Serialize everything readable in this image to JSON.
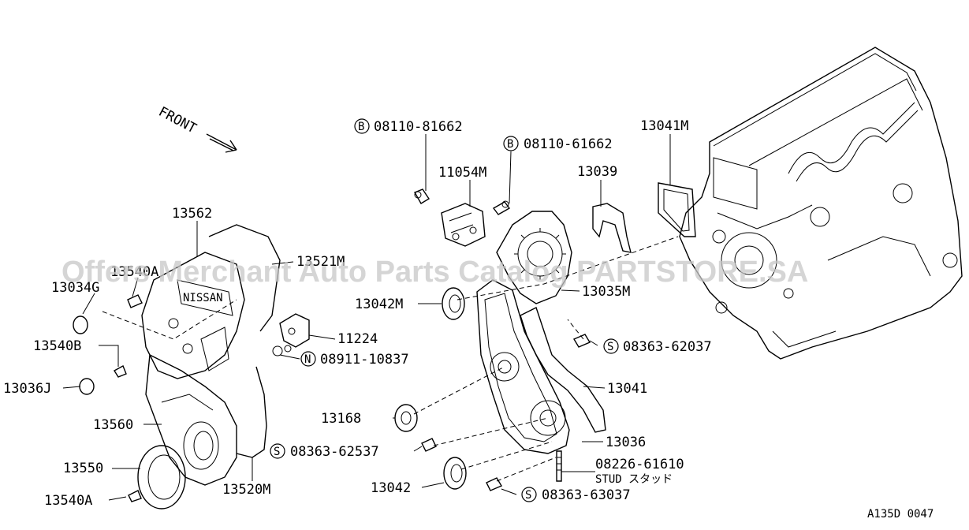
{
  "diagram": {
    "front_label": "FRONT",
    "figure_code": "A135D 0047",
    "watermark": "Offers Merchant Auto Parts Catalog PARTSTORE.SA",
    "stud_label": "STUD スタッド",
    "parts": {
      "p13562": "13562",
      "p13521M": "13521M",
      "p13540A_top": "13540A",
      "p13034G": "13034G",
      "p13540B": "13540B",
      "p13036J": "13036J",
      "p13560": "13560",
      "p13550": "13550",
      "p13540A": "13540A",
      "p13520M": "13520M",
      "p11224": "11224",
      "p08911": "08911-10837",
      "p08110_81662": "08110-81662",
      "p08110_61662": "08110-61662",
      "p11054M": "11054M",
      "p13039": "13039",
      "p13041M": "13041M",
      "p13042M": "13042M",
      "p13035M": "13035M",
      "p08363_62037": "08363-62037",
      "p13041": "13041",
      "p13168": "13168",
      "p13036": "13036",
      "p08363_62537": "08363-62537",
      "p08226": "08226-61610",
      "p13042": "13042",
      "p08363_63037": "08363-63037"
    },
    "callout_letters": {
      "B": "B",
      "N": "N",
      "S": "S"
    }
  }
}
